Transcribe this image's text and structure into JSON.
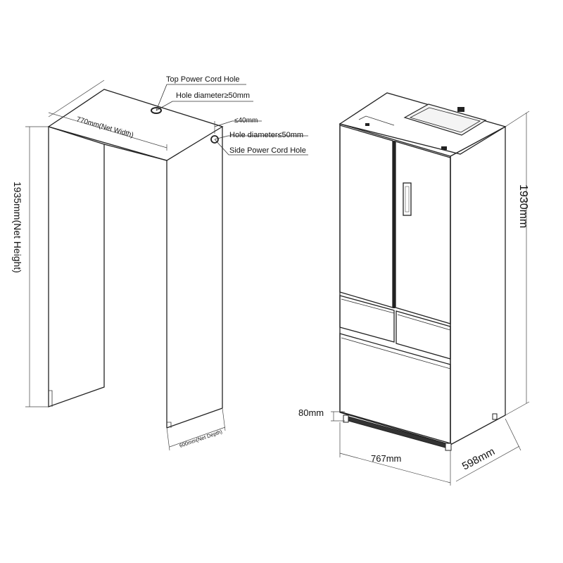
{
  "cabinet": {
    "top_hole_title": "Top Power Cord Hole",
    "top_hole_diameter": "Hole diameter≥50mm",
    "side_hole_offset": "≤40mm",
    "side_hole_diameter": "Hole diameter≤50mm",
    "side_hole_title": "Side Power Cord Hole",
    "net_width": "770mm(Net Width)",
    "net_height": "1935mm(Net Height)",
    "net_depth": "600mm(Net Depth)"
  },
  "fridge": {
    "height": "1930mm",
    "width": "767mm",
    "depth": "598mm",
    "base_height": "80mm"
  }
}
